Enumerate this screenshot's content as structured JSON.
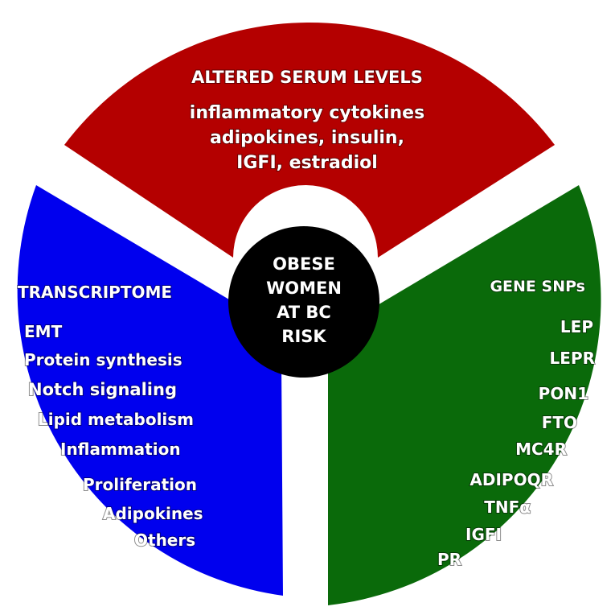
{
  "center": {
    "lines": [
      "OBESE",
      "WOMEN",
      "AT BC",
      "RISK"
    ],
    "color": "#000000"
  },
  "top_segment": {
    "color": "#b40000",
    "title": "ALTERED SERUM LEVELS",
    "lines": [
      "inflammatory cytokines",
      "adipokines, insulin,",
      "IGFI, estradiol"
    ]
  },
  "left_segment": {
    "color": "#0000ee",
    "title": "TRANSCRIPTOME",
    "items": [
      "EMT",
      "Protein synthesis",
      "Notch signaling",
      "Lipid metabolism",
      "Inflammation",
      "Proliferation",
      "Adipokines",
      "Others"
    ]
  },
  "right_segment": {
    "color": "#0a6a0a",
    "title": "GENE SNPs",
    "items": [
      "LEP",
      "LEPR",
      "PON1",
      "FTO",
      "MC4R",
      "ADIPOQR",
      "TNFα",
      "IGFI",
      "PR"
    ]
  }
}
